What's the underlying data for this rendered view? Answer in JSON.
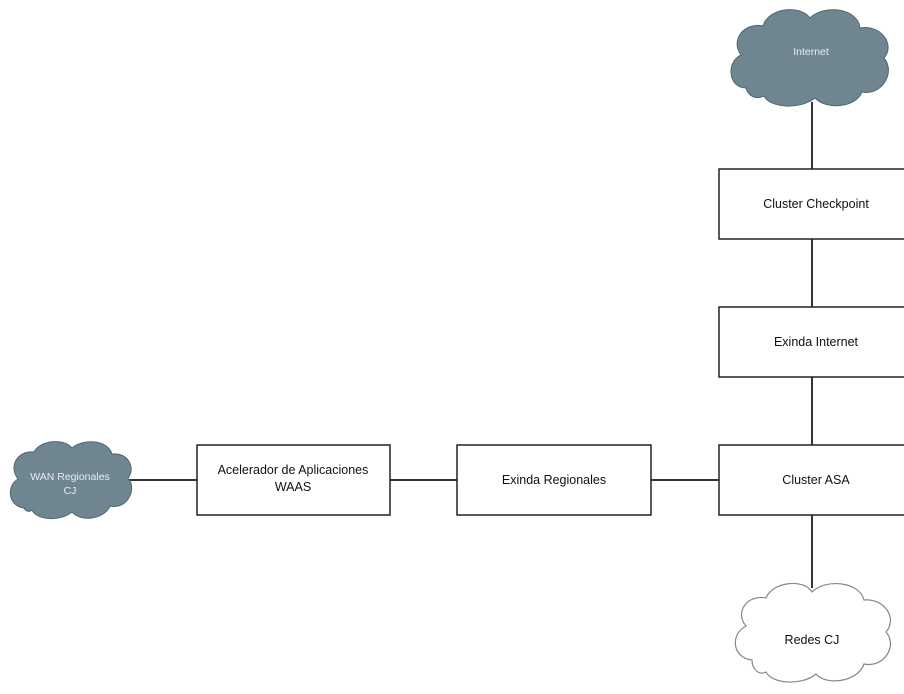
{
  "diagram": {
    "clouds": {
      "internet": {
        "label": "Internet",
        "fill": "#6f8690"
      },
      "wan": {
        "label_line1": "WAN Regionales",
        "label_line2": "CJ",
        "fill": "#6f8690"
      },
      "redes": {
        "label": "Redes CJ",
        "fill": "#ffffff"
      }
    },
    "boxes": {
      "checkpoint": {
        "label": "Cluster Checkpoint"
      },
      "exinda_internet": {
        "label": "Exinda Internet"
      },
      "asa": {
        "label": "Cluster ASA"
      },
      "exinda_regionales": {
        "label": "Exinda Regionales"
      },
      "acelerador": {
        "label_line1": "Acelerador de Aplicaciones",
        "label_line2": "WAAS"
      }
    },
    "line_color": "#333333"
  }
}
